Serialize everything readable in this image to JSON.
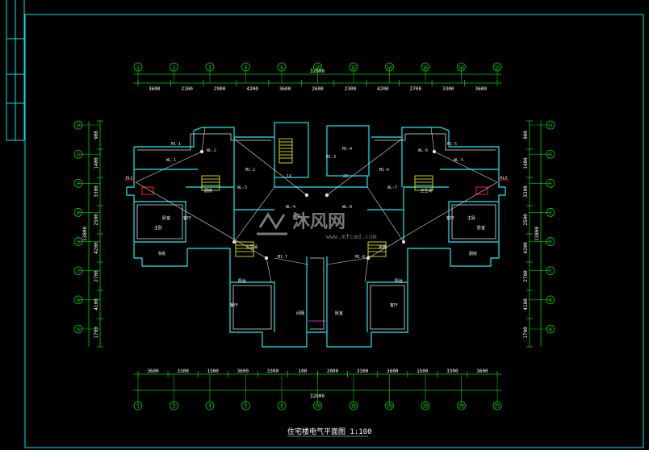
{
  "colors": {
    "background": "#000000",
    "frame": "#00e5e5",
    "dimension": "#00cc00",
    "wall": "#18c8c8",
    "text": "#ffffff",
    "accent": "#ffff00",
    "alert": "#ff2020",
    "wire": "#e0e0e0",
    "watermark": "#a0a0a0"
  },
  "title": "住宅楼电气平面图  1:100",
  "watermark": {
    "text": "沐风网",
    "url": "www.mfcad.com"
  },
  "dimensions": {
    "top_total": "32800",
    "bottom_total": "32800",
    "left_total": "13800",
    "right_total": "13800",
    "top_segments": [
      "3600",
      "2100",
      "2900",
      "4200",
      "3600",
      "2600",
      "2300",
      "4200",
      "2700",
      "3300",
      "3600"
    ],
    "bottom_segments": [
      "3600",
      "3300",
      "1500",
      "3600",
      "3300",
      "100",
      "2000",
      "3300",
      "3600",
      "1500",
      "3300",
      "3600"
    ],
    "left_segments": [
      "900",
      "1400",
      "3300",
      "2500",
      "4200",
      "2700",
      "4100",
      "1700"
    ],
    "right_segments": [
      "900",
      "1400",
      "3300",
      "2500",
      "4200",
      "2700",
      "4100",
      "1700"
    ]
  },
  "axes": {
    "top": [
      "1",
      "2",
      "3",
      "5",
      "6",
      "10",
      "12",
      "14",
      "16",
      "18",
      "21"
    ],
    "bottom": [
      "1",
      "2",
      "4",
      "5",
      "8",
      "10",
      "15",
      "16",
      "18",
      "20",
      "21"
    ],
    "left": [
      "H",
      "G",
      "F",
      "E",
      "D",
      "C",
      "B",
      "A"
    ],
    "right": [
      "H",
      "G",
      "F",
      "E",
      "D",
      "C",
      "B",
      "A"
    ]
  },
  "room_labels": [
    "主卧",
    "卧室",
    "客厅",
    "餐厅",
    "厨房",
    "卫生间",
    "书房",
    "阳台",
    "电井",
    "间隔",
    "卧室",
    "卧室",
    "主卧",
    "客厅",
    "客厅",
    "卫生间",
    "走廊",
    "厨房",
    "阳台"
  ],
  "circuit_labels": [
    "WL-1",
    "WL-2",
    "WL-3",
    "WL-4",
    "WL-5",
    "WL-6",
    "WL-7",
    "WL-8",
    "M1-1",
    "M1-2",
    "M1-3",
    "M1-4",
    "M1-5",
    "M1-6",
    "M1-7",
    "M1-8",
    "AL1",
    "AL2",
    "1X",
    "2X"
  ]
}
